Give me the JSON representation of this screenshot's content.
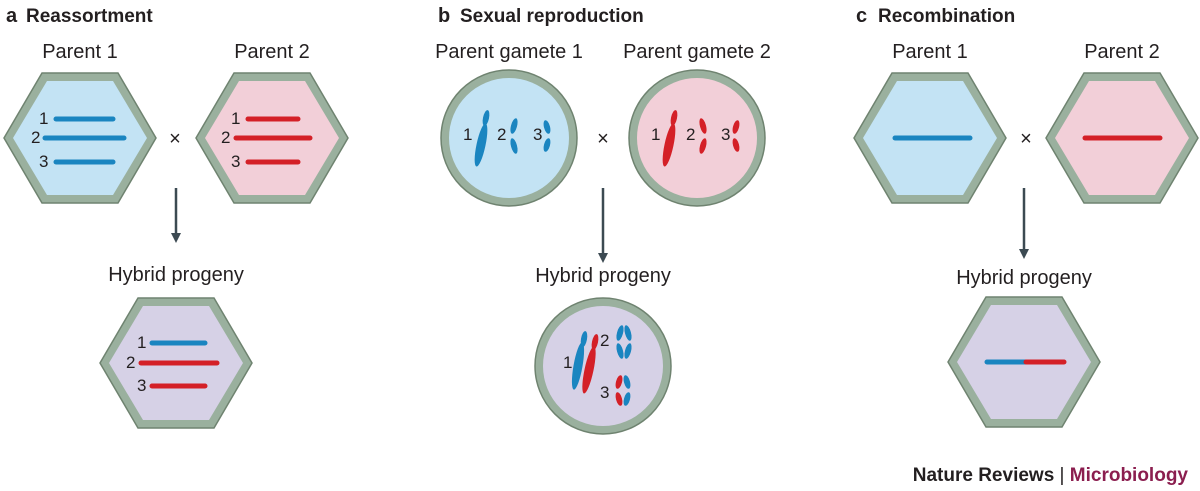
{
  "panels": {
    "a": {
      "letter": "a",
      "title": "Reassortment",
      "parent1": "Parent 1",
      "parent2": "Parent 2",
      "cross": "×",
      "progeny": "Hybrid progeny",
      "segments": [
        "1",
        "2",
        "3"
      ]
    },
    "b": {
      "letter": "b",
      "title": "Sexual reproduction",
      "parent1": "Parent gamete 1",
      "parent2": "Parent gamete 2",
      "cross": "×",
      "progeny": "Hybrid progeny",
      "chromosomes": [
        "1",
        "2",
        "3"
      ]
    },
    "c": {
      "letter": "c",
      "title": "Recombination",
      "parent1": "Parent 1",
      "parent2": "Parent 2",
      "cross": "×",
      "progeny": "Hybrid progeny"
    }
  },
  "footer": {
    "journal": "Nature Reviews",
    "separator": "|",
    "field": "Microbiology"
  },
  "colors": {
    "blue_fill": "#c3e3f4",
    "pink_fill": "#f2cfd8",
    "purple_fill": "#d6d1e6",
    "border": "#9ab09e",
    "border_dark": "#6f8370",
    "blue": "#1a85c0",
    "red": "#d42027",
    "arrow": "#3c4a52",
    "field": "#8b1e4f"
  }
}
